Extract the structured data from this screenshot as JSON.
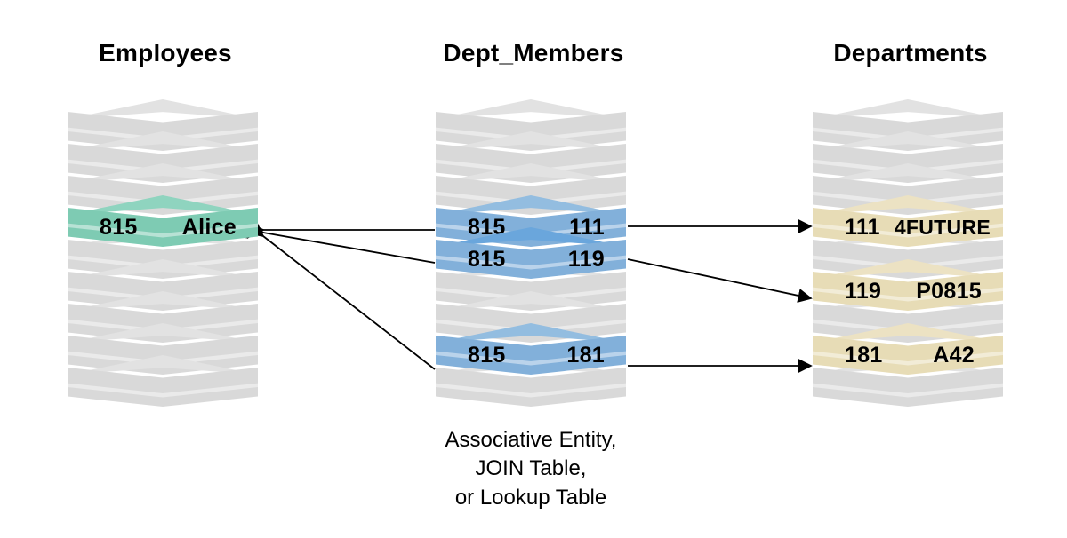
{
  "diagram": {
    "title_employees": "Employees",
    "title_dept_members": "Dept_Members",
    "title_departments": "Departments",
    "caption_line1": "Associative Entity,",
    "caption_line2": "JOIN Table,",
    "caption_line3": "or Lookup Table",
    "colors": {
      "green": "#7ecbb3",
      "blue": "#82b0da",
      "blue_dark": "#6aa6dc",
      "tan": "#e7dcb6",
      "gray": "#d9d9d9",
      "arrow": "#000000",
      "text": "#000000"
    }
  },
  "employees": {
    "label": "Employees",
    "rows": [
      {
        "key": "815",
        "value": "Alice"
      }
    ]
  },
  "dept_members": {
    "label": "Dept_Members",
    "rows": [
      {
        "key": "815",
        "value": "111"
      },
      {
        "key": "815",
        "value": "119"
      },
      {
        "key": "815",
        "value": "181"
      }
    ]
  },
  "departments": {
    "label": "Departments",
    "rows": [
      {
        "key": "111",
        "value": "4FUTURE"
      },
      {
        "key": "119",
        "value": "P0815"
      },
      {
        "key": "181",
        "value": "A42"
      }
    ]
  },
  "relations": {
    "employee_to_member": [
      {
        "from": "815/111",
        "to": "815 Alice"
      },
      {
        "from": "815/119",
        "to": "815 Alice"
      },
      {
        "from": "815/181",
        "to": "815 Alice"
      }
    ],
    "member_to_department": [
      {
        "from": "815/111",
        "to": "111 4FUTURE"
      },
      {
        "from": "815/119",
        "to": "119 P0815"
      },
      {
        "from": "815/181",
        "to": "181 A42"
      }
    ]
  }
}
